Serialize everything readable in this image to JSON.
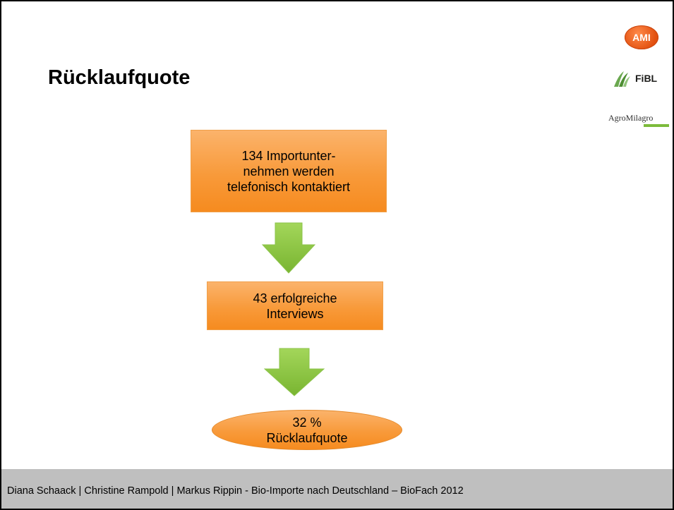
{
  "slide": {
    "title": "Rücklaufquote"
  },
  "logos": {
    "ami": "AMI",
    "fibl": "FiBL",
    "agromilagro": "AgroMilagro"
  },
  "flow": {
    "step1": {
      "line1": "134 Importunter-",
      "line2": "nehmen werden",
      "line3": "telefonisch kontaktiert"
    },
    "step2": {
      "line1": "43 erfolgreiche",
      "line2": "Interviews"
    },
    "result": {
      "line1": "32 %",
      "line2": "Rücklaufquote"
    }
  },
  "footer": {
    "text": "Diana Schaack | Christine Rampold | Markus Rippin - Bio-Importe nach Deutschland – BioFach 2012"
  },
  "colors": {
    "box_fill": "#f89a3a",
    "arrow_fill": "#8dc63f",
    "footer_bg": "#bfbfbf",
    "ami_logo": "#e2500f"
  }
}
